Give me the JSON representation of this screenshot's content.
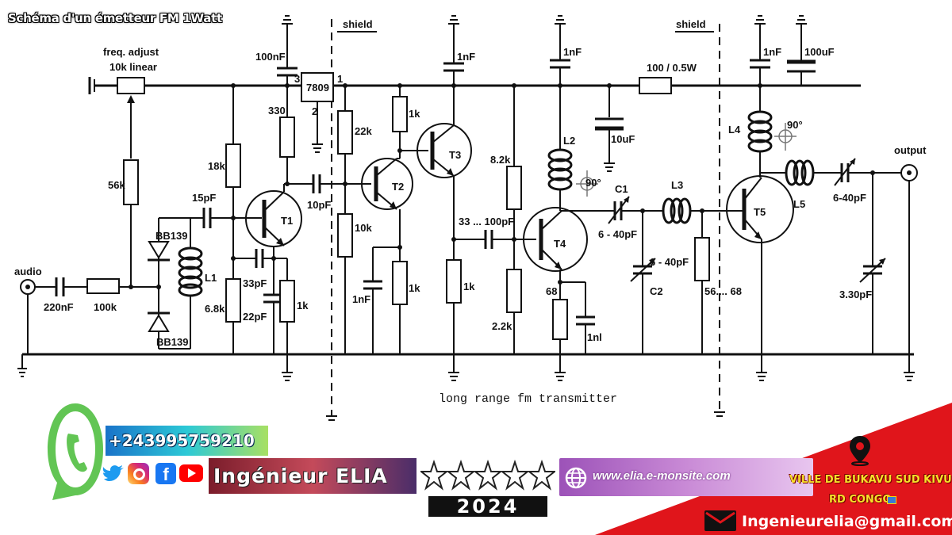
{
  "title": "Schéma d'un émetteur FM 1Watt",
  "diagram": {
    "caption": "long range fm transmitter",
    "labels": {
      "freq_adjust_1": "freq. adjust",
      "freq_adjust_2": "10k linear",
      "shield_left": "shield",
      "shield_right": "shield",
      "c_100nF": "100nF",
      "reg_7809": "7809",
      "pin1": "1",
      "pin2": "2",
      "pin3": "3",
      "r330": "330",
      "r22k": "22k",
      "r1k_t2": "1k",
      "c1nF_t3": "1nF",
      "c1nF_l2": "1nF",
      "r100": "100 / 0.5W",
      "c1nF_l4": "1nF",
      "c100uF": "100uF",
      "r18k": "18k",
      "r56k": "56k",
      "c15pF": "15pF",
      "c10pF": "10pF",
      "r8k2": "8.2k",
      "l2": "L2",
      "c10uF": "10uF",
      "l4": "L4",
      "deg1": "90°",
      "deg2": "90°",
      "t1": "T1",
      "t2": "T2",
      "t3": "T3",
      "t4": "T4",
      "t5": "T5",
      "bb139_top": "BB139",
      "bb139_bot": "BB139",
      "l1": "L1",
      "c33pF": "33pF",
      "c22pF": "22pF",
      "r1k_t1": "1k",
      "r6k8": "6.8k",
      "r10k": "10k",
      "c1nF_t2": "1nF",
      "r1k_t2e": "1k",
      "c33_100": "33 ... 100pF",
      "r1k_t3": "1k",
      "r2k2": "2.2k",
      "r68": "68",
      "c1nl": "1nl",
      "c1_lbl": "C1",
      "c1_val": "6 - 40pF",
      "c2_lbl": "C2",
      "c2_val": "6 - 40pF",
      "l3": "L3",
      "r56_68": "56.... 68",
      "l5": "L5",
      "c6_40": "6-40pF",
      "c3_30": "3.30pF",
      "output": "output",
      "audio": "audio",
      "c220nF": "220nF",
      "r100k": "100k"
    }
  },
  "footer": {
    "phone": "+243995759210",
    "name": "Ingénieur ELIA",
    "year": "2024",
    "website": "www.elia.e-monsite.com",
    "location_1": "VILLE DE BUKAVU SUD KIVU",
    "location_2": "RD CONGO",
    "email": "Ingenieurelia@gmail.com",
    "stars": 0,
    "icons": [
      "whatsapp-icon",
      "twitter-icon",
      "instagram-icon",
      "facebook-icon",
      "youtube-icon",
      "globe-icon",
      "location-pin-icon",
      "email-icon",
      "star-icon"
    ],
    "colors": {
      "red": "#e0151b",
      "whatsapp_green": "#62c554"
    }
  }
}
